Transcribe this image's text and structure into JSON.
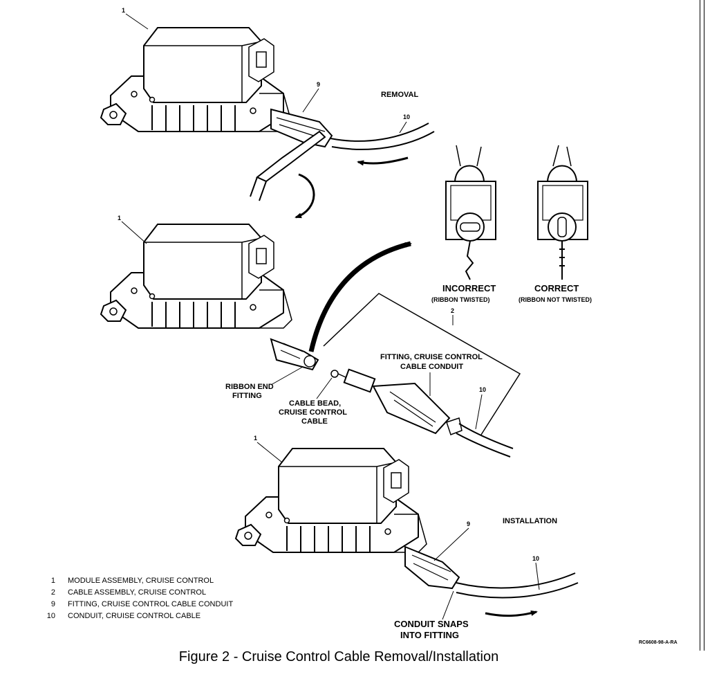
{
  "labels": {
    "removal": "REMOVAL",
    "installation": "INSTALLATION",
    "incorrect": "INCORRECT",
    "incorrect_note": "(RIBBON  TWISTED)",
    "correct": "CORRECT",
    "correct_note": "(RIBBON NOT TWISTED)",
    "fitting_line1": "FITTING, CRUISE CONTROL",
    "fitting_line2": "CABLE CONDUIT",
    "ribbon_line1": "RIBBON END",
    "ribbon_line2": "FITTING",
    "bead_line1": "CABLE BEAD,",
    "bead_line2": "CRUISE CONTROL",
    "bead_line3": "CABLE",
    "snaps_line1": "CONDUIT SNAPS",
    "snaps_line2": "INTO  FITTING",
    "ref_code": "RC6608-98-A-RA"
  },
  "callouts": {
    "top_module": "1",
    "top_fitting": "9",
    "top_conduit": "10",
    "mid_module": "1",
    "mid_cable": "2",
    "mid_conduit": "10",
    "bot_module": "1",
    "bot_fitting": "9",
    "bot_conduit": "10"
  },
  "legend": [
    {
      "num": "1",
      "text": "MODULE ASSEMBLY, CRUISE CONTROL"
    },
    {
      "num": "2",
      "text": "CABLE ASSEMBLY, CRUISE CONTROL"
    },
    {
      "num": "9",
      "text": "FITTING, CRUISE CONTROL CABLE CONDUIT"
    },
    {
      "num": "10",
      "text": "CONDUIT, CRUISE CONTROL CABLE"
    }
  ],
  "caption": "Figure 2 - Cruise Control Cable Removal/Installation"
}
